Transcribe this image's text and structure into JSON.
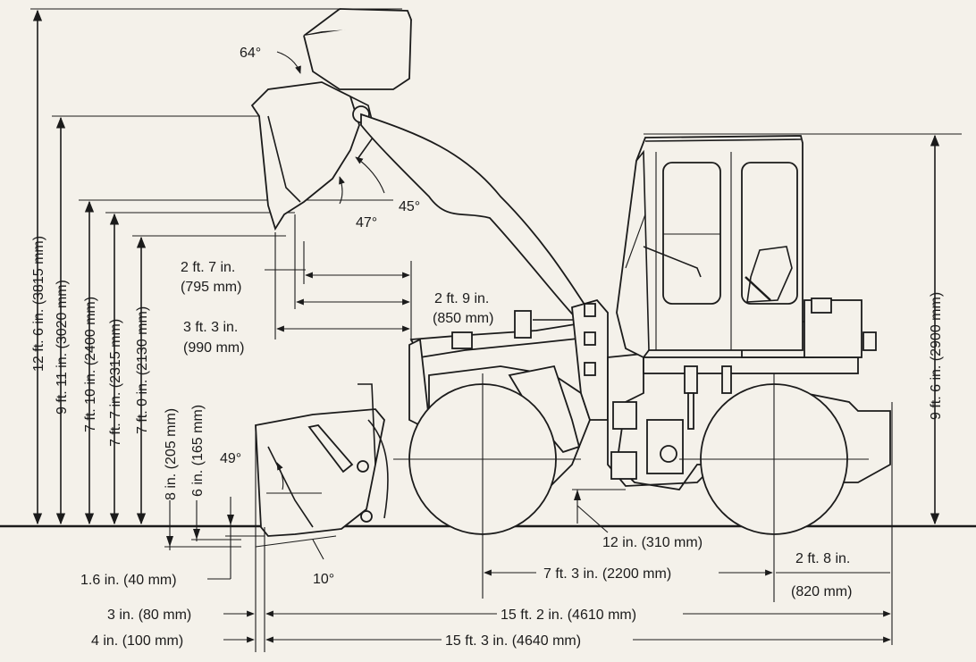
{
  "diagram": {
    "vertical_dims": [
      {
        "id": "h_12ft6",
        "label": "12 ft. 6 in. (3815 mm)"
      },
      {
        "id": "h_9ft11",
        "label": "9 ft. 11 in. (3020 mm)"
      },
      {
        "id": "h_7ft10",
        "label": "7 ft. 10 in. (2400 mm)"
      },
      {
        "id": "h_7ft7",
        "label": "7 ft. 7 in. (2315 mm)"
      },
      {
        "id": "h_7ft0",
        "label": "7 ft. 0 in. (2130 mm)"
      },
      {
        "id": "h_8in",
        "label": "8 in. (205 mm)"
      },
      {
        "id": "h_6in",
        "label": "6 in. (165 mm)"
      },
      {
        "id": "h_9ft6",
        "label": "9 ft. 6 in. (2900 mm)"
      }
    ],
    "reach_dims": {
      "r_2ft7_a": "2 ft. 7 in.",
      "r_2ft7_b": "(795 mm)",
      "r_2ft9_a": "2 ft. 9 in.",
      "r_2ft9_b": "(850 mm)",
      "r_3ft3_a": "3 ft. 3 in.",
      "r_3ft3_b": "(990 mm)"
    },
    "angles": {
      "a64": "64°",
      "a45": "45°",
      "a47": "47°",
      "a49": "49°",
      "a10": "10°"
    },
    "bottom_dims": {
      "clearance": "12 in. (310 mm)",
      "dig_depth": "1.6 in. (40 mm)",
      "wheelbase": "7 ft. 3 in. (2200 mm)",
      "overhang_a": "2 ft. 8 in.",
      "overhang_b": "(820 mm)",
      "offset_3in": "3 in. (80 mm)",
      "offset_4in": "4 in. (100 mm)",
      "length_4610": "15 ft. 2 in. (4610 mm)",
      "length_4640": "15 ft. 3 in. (4640 mm)"
    }
  }
}
